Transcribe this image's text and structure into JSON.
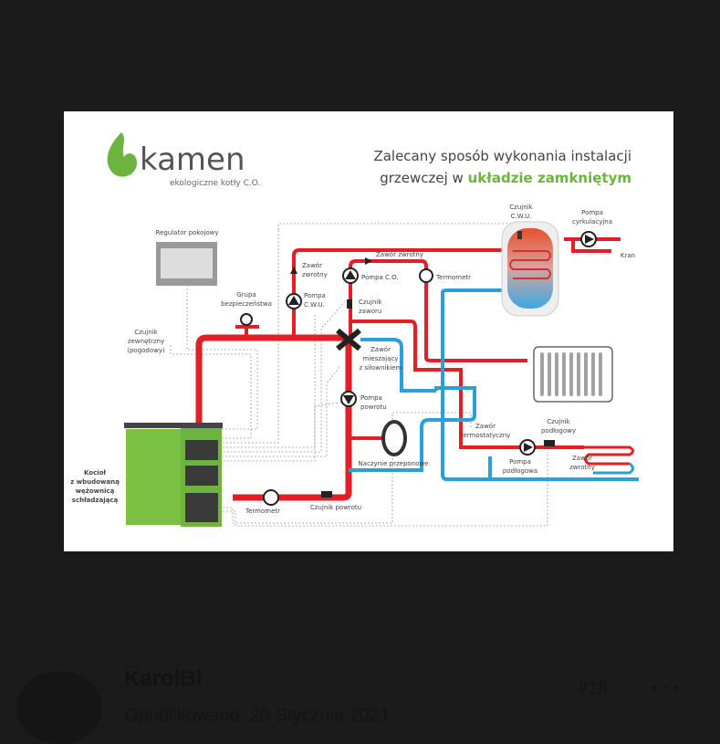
{
  "post": {
    "author": "KarolBl",
    "published": "Opublikowano: 20 Stycznia 2021",
    "number": "#18",
    "more_label": "•••"
  },
  "diagram": {
    "brand": "kamen",
    "brand_tagline": "ekologiczne kotły C.O.",
    "title_line1": "Zalecany sposób wykonania instalacji",
    "title_line2_prefix": "grzewczej w ",
    "title_line2_highlight": "układzie zamkniętym",
    "colors": {
      "hot": "#e31e24",
      "cold": "#2a9fd8",
      "brand_green": "#6cb33f",
      "boiler_green": "#7ac143"
    },
    "labels": {
      "regulator": "Regulator pokojowy",
      "grupa1": "Grupa",
      "grupa2": "bezpieczeństwa",
      "czujnik_zew1": "Czujnik",
      "czujnik_zew2": "zewnętrzny",
      "czujnik_zew3": "(pogodowy)",
      "zawor_zwrotny1a": "Zawór",
      "zawor_zwrotny1b": "zwrotny",
      "pompa_cwu1": "Pompa",
      "pompa_cwu2": "C.W.U.",
      "zawor_zwrotny2": "Zawór zwrotny",
      "pompa_co": "Pompa C.O.",
      "termometr1": "Termometr",
      "czujnik_zaworu1": "Czujnik",
      "czujnik_zaworu2": "zaworu",
      "zawor_miesz1": "Zawór",
      "zawor_miesz2": "mieszający",
      "zawor_miesz3": "z siłownikiem",
      "pompa_powrotu1": "Pompa",
      "pompa_powrotu2": "powrotu",
      "naczynie": "Naczynie przeponowe",
      "czujnik_cwu1": "Czujnik",
      "czujnik_cwu2": "C.W.U.",
      "pompa_cyrk1": "Pompa",
      "pompa_cyrk2": "cyrkulacyjna",
      "kran": "Kran",
      "zawor_termo1": "Zawór",
      "zawor_termo2": "termostatyczny",
      "pompa_podl1": "Pompa",
      "pompa_podl2": "podłogowa",
      "czujnik_podl1": "Czujnik",
      "czujnik_podl2": "podłogowy",
      "zawor_zwrotny3a": "Zawór",
      "zawor_zwrotny3b": "zwrotny",
      "termometr2": "Termometr",
      "czujnik_powrotu": "Czujnik powrotu",
      "kociol1": "Kocioł",
      "kociol2": "z wbudowaną",
      "kociol3": "wężownicą",
      "kociol4": "schładzającą"
    }
  }
}
